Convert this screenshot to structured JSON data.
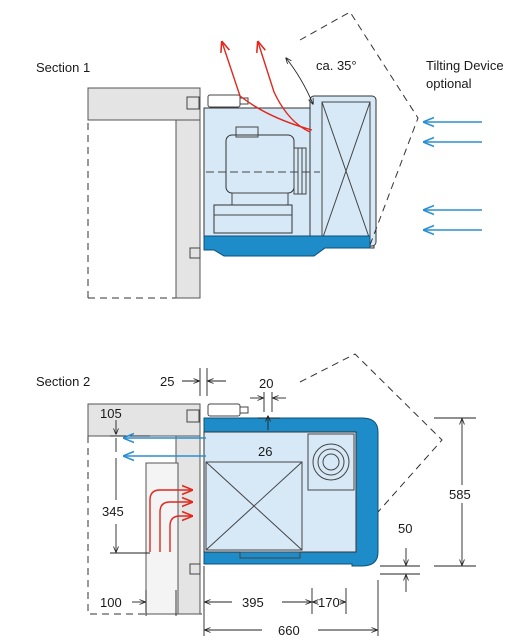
{
  "labels": {
    "section1": "Section 1",
    "section2": "Section 2",
    "tilting_device": "Tilting Device",
    "optional": "optional",
    "angle": "ca. 35°"
  },
  "dimensions": {
    "d25": "25",
    "d20": "20",
    "d26": "26",
    "d105": "105",
    "d345": "345",
    "d585": "585",
    "d50": "50",
    "d100": "100",
    "d395": "395",
    "d170": "170",
    "d660": "660"
  },
  "colors": {
    "unit_fill": "#d7e9f7",
    "frame_blue": "#1e8cc8",
    "air_in_blue": "#2b8fd1",
    "air_out_red": "#e0281e"
  }
}
